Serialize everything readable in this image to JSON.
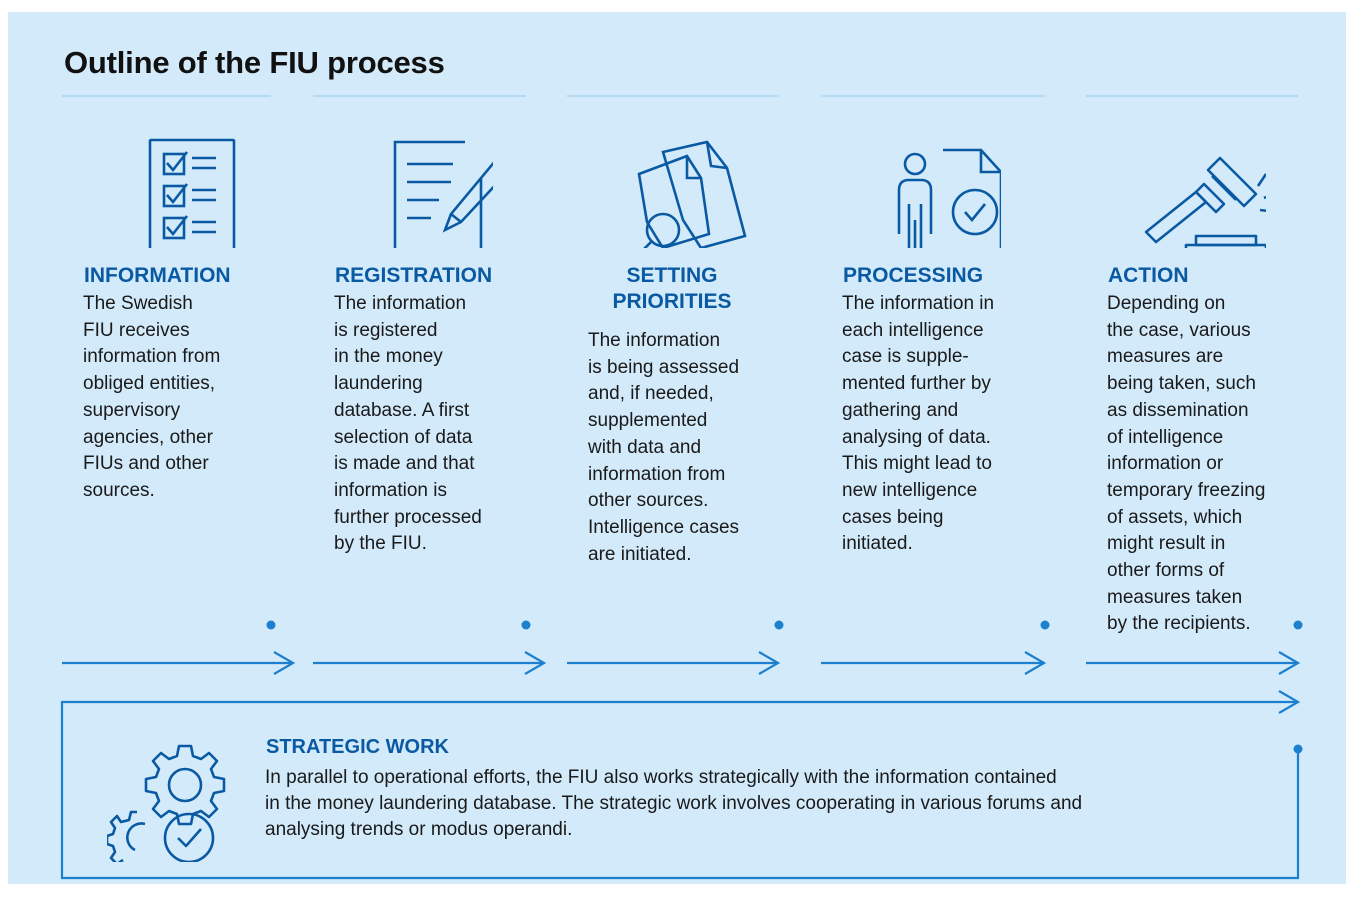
{
  "title": "Outline of the FIU process",
  "steps": [
    {
      "heading": "INFORMATION",
      "icon": "checklist-icon",
      "lines": [
        "The Swedish",
        "FIU receives",
        "information from",
        "obliged entities,",
        "supervisory",
        "agencies, other",
        "FIUs and other",
        "sources."
      ]
    },
    {
      "heading": "REGISTRATION",
      "icon": "document-pen-icon",
      "lines": [
        "The information",
        "is registered",
        "in the money",
        "laundering",
        "database. A first",
        "selection of data",
        "is made and that",
        "information is",
        "further processed",
        "by the FIU."
      ]
    },
    {
      "heading_lines": [
        "SETTING",
        "PRIORITIES"
      ],
      "icon": "documents-magnifier-icon",
      "lines": [
        "The information",
        "is being assessed",
        "and, if needed,",
        "supplemented",
        "with data and",
        "information from",
        "other sources.",
        "Intelligence cases",
        "are initiated."
      ]
    },
    {
      "heading": "PROCESSING",
      "icon": "person-document-check-icon",
      "lines": [
        "The information in",
        "each intelligence",
        "case is supple-",
        "mented further by",
        "gathering and",
        "analysing of data.",
        "This might lead to",
        "new intelligence",
        "cases being",
        "initiated."
      ]
    },
    {
      "heading": "ACTION",
      "icon": "gavel-icon",
      "lines": [
        "Depending on",
        "the case, various",
        "measures are",
        "being taken, such",
        "as dissemination",
        "of intelligence",
        "information or",
        "temporary freezing",
        "of assets, which",
        "might result in",
        "other forms of",
        "measures taken",
        "by the recipients."
      ]
    }
  ],
  "strategic": {
    "heading": "STRATEGIC WORK",
    "icon": "gears-check-icon",
    "lines": [
      "In parallel to operational efforts, the FIU also works strategically with the information contained",
      "in the money laundering database. The strategic work involves cooperating in various forums and",
      "analysing trends or modus operandi."
    ]
  },
  "colors": {
    "accent": "#0a5aa3",
    "line": "#1c7fcf",
    "background": "#d3eafa",
    "text": "#1a1a1a"
  }
}
